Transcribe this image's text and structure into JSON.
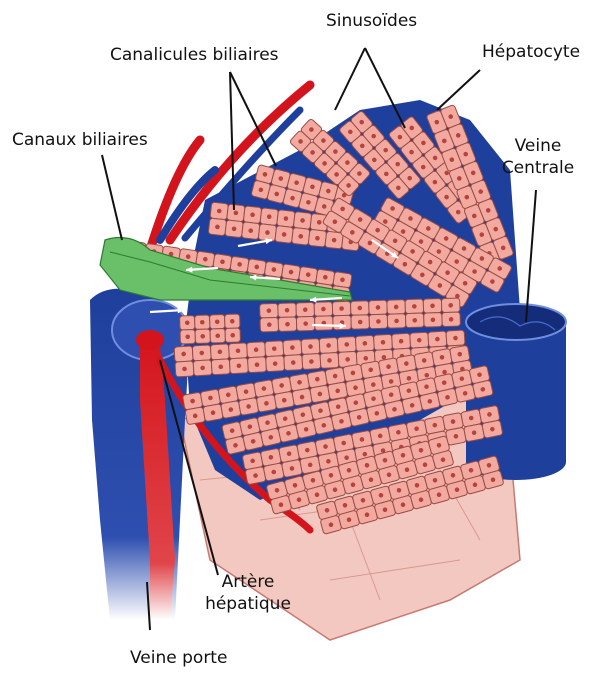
{
  "labels": {
    "sinusoides": "Sinusoïdes",
    "hepatocyte": "Hépatocyte",
    "canalicules": "Canalicules biliaires",
    "canaux": "Canaux biliaires",
    "veine_centrale_1": "Veine",
    "veine_centrale_2": "Centrale",
    "artere_1": "Artère",
    "artere_2": "hépatique",
    "veine_porte": "Veine porte"
  },
  "colors": {
    "vein_blue": "#1f3f9c",
    "vein_dark": "#142c7a",
    "artery_red": "#d4141c",
    "bile_green": "#6abf69",
    "hepatocyte_pink": "#f2aaa0",
    "hepatocyte_edge": "#9a4a44",
    "nucleus": "#b8423c",
    "tissue_pink": "#f3c8c0",
    "flow_white": "#ffffff"
  }
}
